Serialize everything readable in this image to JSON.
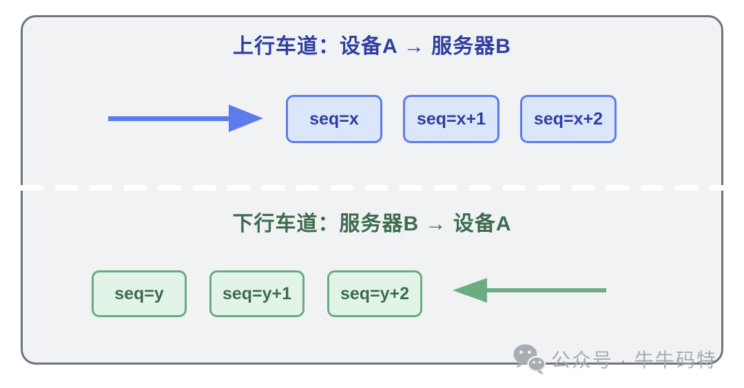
{
  "diagram": {
    "uplink": {
      "title": "上行车道：设备A → 服务器B",
      "packets": [
        "seq=x",
        "seq=x+1",
        "seq=x+2"
      ],
      "arrow_direction": "right"
    },
    "downlink": {
      "title": "下行车道：服务器B → 设备A",
      "packets": [
        "seq=y",
        "seq=y+1",
        "seq=y+2"
      ],
      "arrow_direction": "left"
    },
    "divider_style": "white-dashed-lane-line",
    "watermark": {
      "icon": "wechat-icon",
      "text": "公众号 · 牛牛码特"
    }
  },
  "colors": {
    "page-bg": "#ffffff",
    "panel-bg": "#f0f2f4",
    "panel-border": "#6b7280",
    "divider": "#ffffff",
    "blue-accent": "#5b7cea",
    "blue-box-bg": "#dbe6fa",
    "blue-text": "#2e3f9e",
    "green-accent": "#6bac82",
    "green-border": "#6aaa80",
    "green-box-bg": "#e1f4e7",
    "green-text": "#3e6b50",
    "watermark": "#a8acb3"
  }
}
